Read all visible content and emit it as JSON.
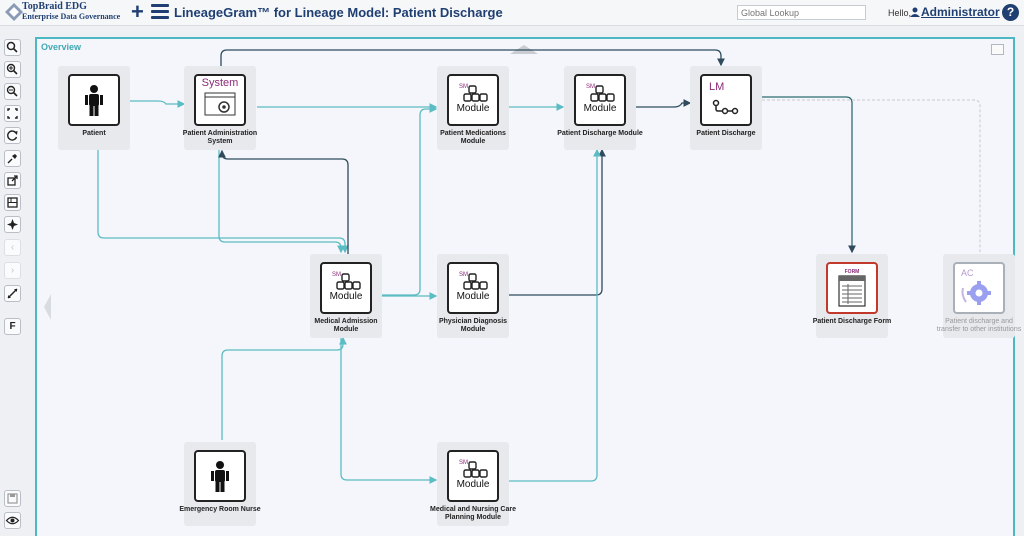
{
  "header": {
    "brand_line1": "TopBraid EDG",
    "brand_line2": "Enterprise Data Governance",
    "title": "LineageGram™ for Lineage Model: Patient Discharge",
    "search_placeholder": "Global Lookup",
    "hello": "Hello,",
    "user": "Administrator",
    "help": "?"
  },
  "toolbar": {
    "items": [
      "search-icon",
      "zoom-in-icon",
      "zoom-out-icon",
      "fit-icon",
      "refresh-icon",
      "pin-icon",
      "export-icon",
      "layout-icon",
      "center-icon",
      "back-icon",
      "forward-icon",
      "expand-icon",
      "F",
      "save-icon",
      "eye-icon"
    ],
    "filter_label": "F"
  },
  "canvas": {
    "label": "Overview",
    "colors": {
      "teal": "#5bbcc3",
      "dark": "#2f4b5c",
      "border": "#4bb8c2"
    }
  },
  "nodes": {
    "patient": {
      "label": "Patient",
      "type": "person"
    },
    "pas": {
      "label": "Patient Administration System",
      "type": "system",
      "tag": "System"
    },
    "pmm": {
      "label": "Patient Medications Module",
      "type": "module",
      "tag": "SM",
      "text": "Module"
    },
    "pdm": {
      "label": "Patient Discharge Module",
      "type": "module",
      "tag": "SM",
      "text": "Module"
    },
    "pd": {
      "label": "Patient Discharge",
      "type": "lineage-model",
      "tag": "LM"
    },
    "mam": {
      "label": "Medical Admission Module",
      "type": "module",
      "tag": "SM",
      "text": "Module"
    },
    "phdm": {
      "label": "Physician Diagnosis Module",
      "type": "module",
      "tag": "SM",
      "text": "Module"
    },
    "pdf": {
      "label": "Patient Discharge Form",
      "type": "form",
      "tag": "FORM"
    },
    "ac": {
      "label": "Patient discharge and transfer to other institutions",
      "type": "ac",
      "tag": "AC"
    },
    "ern": {
      "label": "Emergency Room Nurse",
      "type": "person"
    },
    "mnc": {
      "label": "Medical and Nursing Care Planning Module",
      "type": "module",
      "tag": "SM",
      "text": "Module"
    }
  }
}
